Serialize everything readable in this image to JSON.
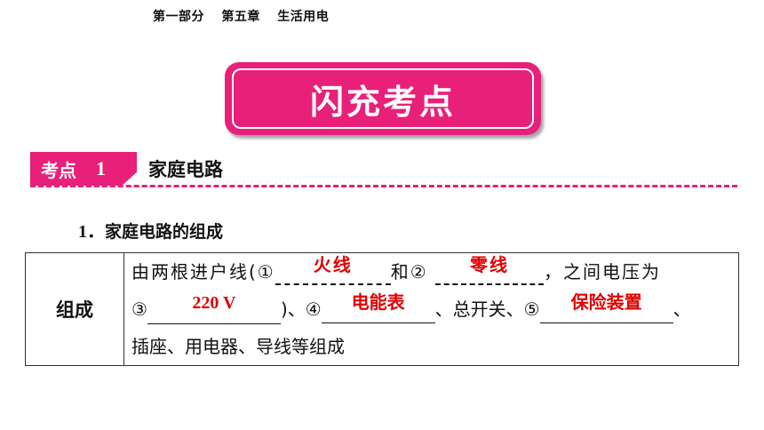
{
  "header": {
    "part": "第一部分",
    "chapter": "第五章",
    "topic": "生活用电"
  },
  "banner": {
    "title": "闪充考点"
  },
  "kaodian": {
    "tag_label": "考点",
    "tag_number": "1",
    "title": "家庭电路"
  },
  "section": {
    "number": "1．",
    "title": "家庭电路的组成"
  },
  "table": {
    "row_header": "组成",
    "text_1": "由两根进户线(①",
    "answer_1": "火线",
    "text_2": "和②",
    "answer_2": "零线",
    "text_3": "，之间电压为",
    "marker_3": "③",
    "answer_3": "220 V",
    "text_4": ")、④",
    "answer_4": "电能表",
    "text_5": "、总开关、⑤",
    "answer_5": "保险装置",
    "text_6": "、",
    "text_7": "插座、用电器、导线等组成"
  },
  "colors": {
    "accent": "#e8207a",
    "answer": "#e00000"
  }
}
